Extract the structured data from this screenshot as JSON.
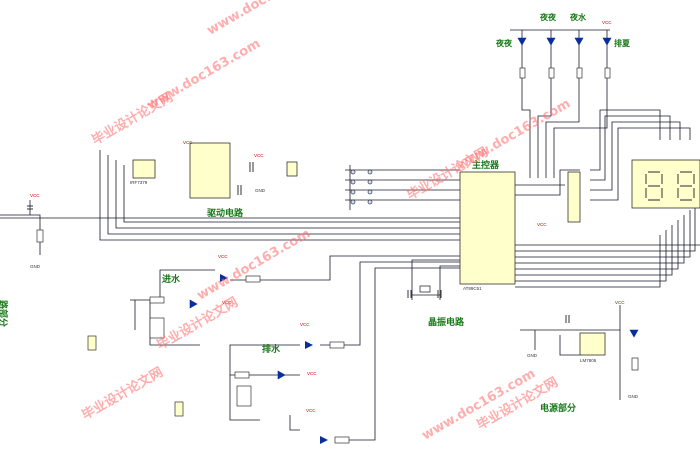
{
  "blocks": {
    "drive": "驱动电路",
    "mcu": "主控器",
    "crystal": "晶振电路",
    "power": "电源部分",
    "inlet": "进水",
    "drain": "排水",
    "left_cut": "路部分"
  },
  "leds": {
    "l1": "夜夜",
    "l2": "夜夜",
    "l3": "夜水",
    "l4": "排夏"
  },
  "chips": {
    "mcu": "AT89C51",
    "driver_a": "IRF7379",
    "power_reg": "LM7805"
  },
  "watermarks": [
    "毕业设计论文网",
    "www.doc163.com",
    "毕业设计论文网",
    "www.doc163.com",
    "毕业设计论文网",
    "www.doc163.com",
    "毕业设计论文网",
    "www.doc163.com",
    "毕业设计论文网",
    "www.doc163.com"
  ],
  "net_labels": {
    "vcc": "VCC",
    "gnd": "GND"
  },
  "colors": {
    "wire": "#1a1a2e",
    "label": "#1a7a1a",
    "watermark": "#ff6b6b",
    "led": "#0b2e9e",
    "power": "#cc0000"
  }
}
